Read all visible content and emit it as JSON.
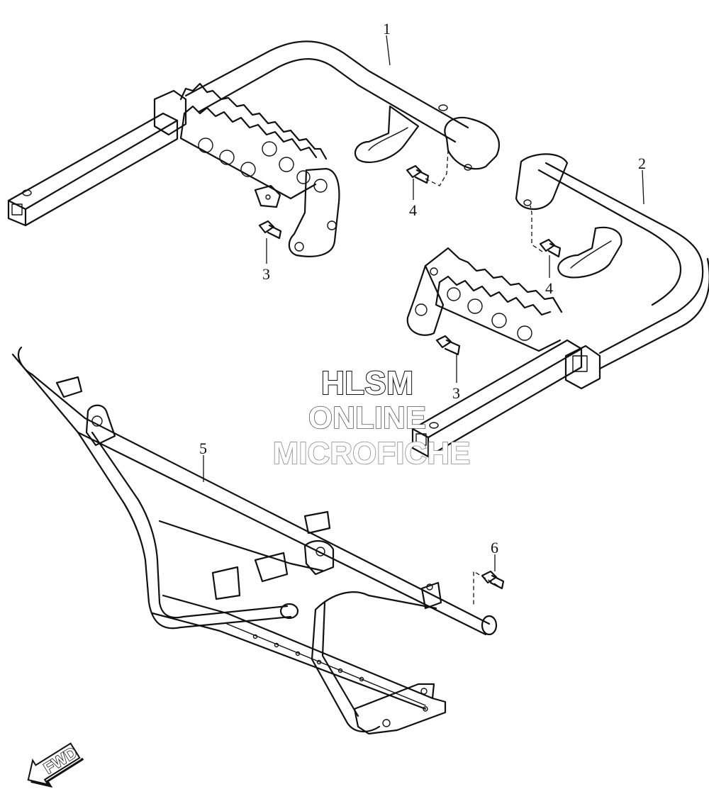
{
  "callouts": [
    {
      "id": "c1",
      "label": "1"
    },
    {
      "id": "c2",
      "label": "2"
    },
    {
      "id": "c3a",
      "label": "3"
    },
    {
      "id": "c3b",
      "label": "3"
    },
    {
      "id": "c4a",
      "label": "4"
    },
    {
      "id": "c4b",
      "label": "4"
    },
    {
      "id": "c5",
      "label": "5"
    },
    {
      "id": "c6",
      "label": "6"
    }
  ],
  "watermark": {
    "line1": "HLSM",
    "line2": "ONLINE",
    "line3": "MICROFICHE"
  },
  "fwd_arrow": {
    "label": "FWD"
  }
}
